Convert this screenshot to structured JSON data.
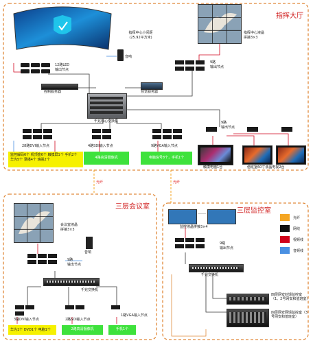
{
  "command_hall": {
    "title": "指挥大厅",
    "small_screen": {
      "title": "指挥中心小间距",
      "area": "(25.92平方米)"
    },
    "lcd_wall": {
      "title": "指挥中心液晶",
      "layout": "拼接3×3"
    },
    "led_output": {
      "count": "12路LED",
      "name": "输出节点"
    },
    "speaker": "音响",
    "control_server": "控制服务器",
    "preview_server": "预览服务器",
    "core_switch": "千兆核心交换机",
    "output_9": {
      "count": "9路",
      "name": "输出节点"
    },
    "dvi_input": "28路DVI输入节点",
    "sdi_input": "4路SDI输入节点",
    "vga_input": "9路VGA输入节点",
    "box_dvi": "监控解码6个 机顶盒6个 触摸屏1个 手机2个 华为5个 录播4个 瑞强2个",
    "box_sdi": "4路高清摄像机",
    "box_vga": "电脑信号8个，手机1个",
    "touch_screen": "触摸电脑1台",
    "lcd_tv": "值班室60寸液晶电视2台"
  },
  "links": {
    "fiber_left": "光纤",
    "fiber_right": "光纤"
  },
  "meeting_room": {
    "title": "三层会议室",
    "wall": {
      "title": "会议室液晶",
      "layout": "拼接3×3"
    },
    "speaker": "音响",
    "output_9": {
      "count": "9路",
      "name": "输出节点"
    },
    "switch": "千兆交换机",
    "dvi_input": "3路DVI输入节点",
    "sdi_input": "2路SDI输入节点",
    "vga_input": "1路VGA输入节点",
    "box_dvi": "华为1个 DVD1个 电脑1个",
    "box_sdi": "2路高清摄像机",
    "box_vga": "手机1个"
  },
  "monitor_room": {
    "title": "三层监控室",
    "wall": "监控液晶拼接3×4",
    "output_9": {
      "count": "9路",
      "name": "输出节点"
    },
    "switch": "千兆交换机",
    "legend": [
      {
        "label": "光纤",
        "color": "#f5a623"
      },
      {
        "label": "网线",
        "color": "#111111"
      },
      {
        "label": "视频线",
        "color": "#d0021b"
      },
      {
        "label": "音频线",
        "color": "#4a90e2"
      }
    ],
    "nvr1": "四层网安封馈监控室（1、2号网安和值班室）",
    "nvr2": "四层网安网馈监控室（3号网安和值班室）"
  }
}
